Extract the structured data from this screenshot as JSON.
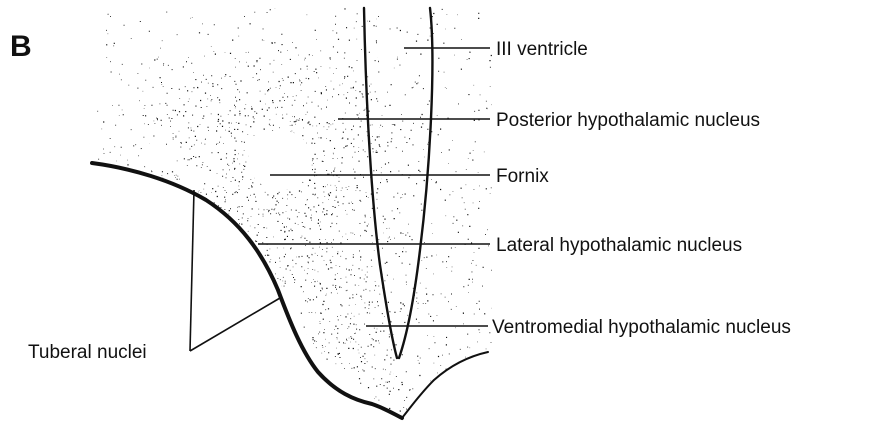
{
  "panel_label": "B",
  "labels": {
    "ventricle": "III ventricle",
    "posterior": "Posterior hypothalamic nucleus",
    "fornix": "Fornix",
    "lateral": "Lateral hypothalamic nucleus",
    "ventromedial": "Ventromedial hypothalamic nucleus",
    "tuberal": "Tuberal nuclei"
  },
  "colors": {
    "ink": "#111111",
    "background": "#ffffff"
  }
}
